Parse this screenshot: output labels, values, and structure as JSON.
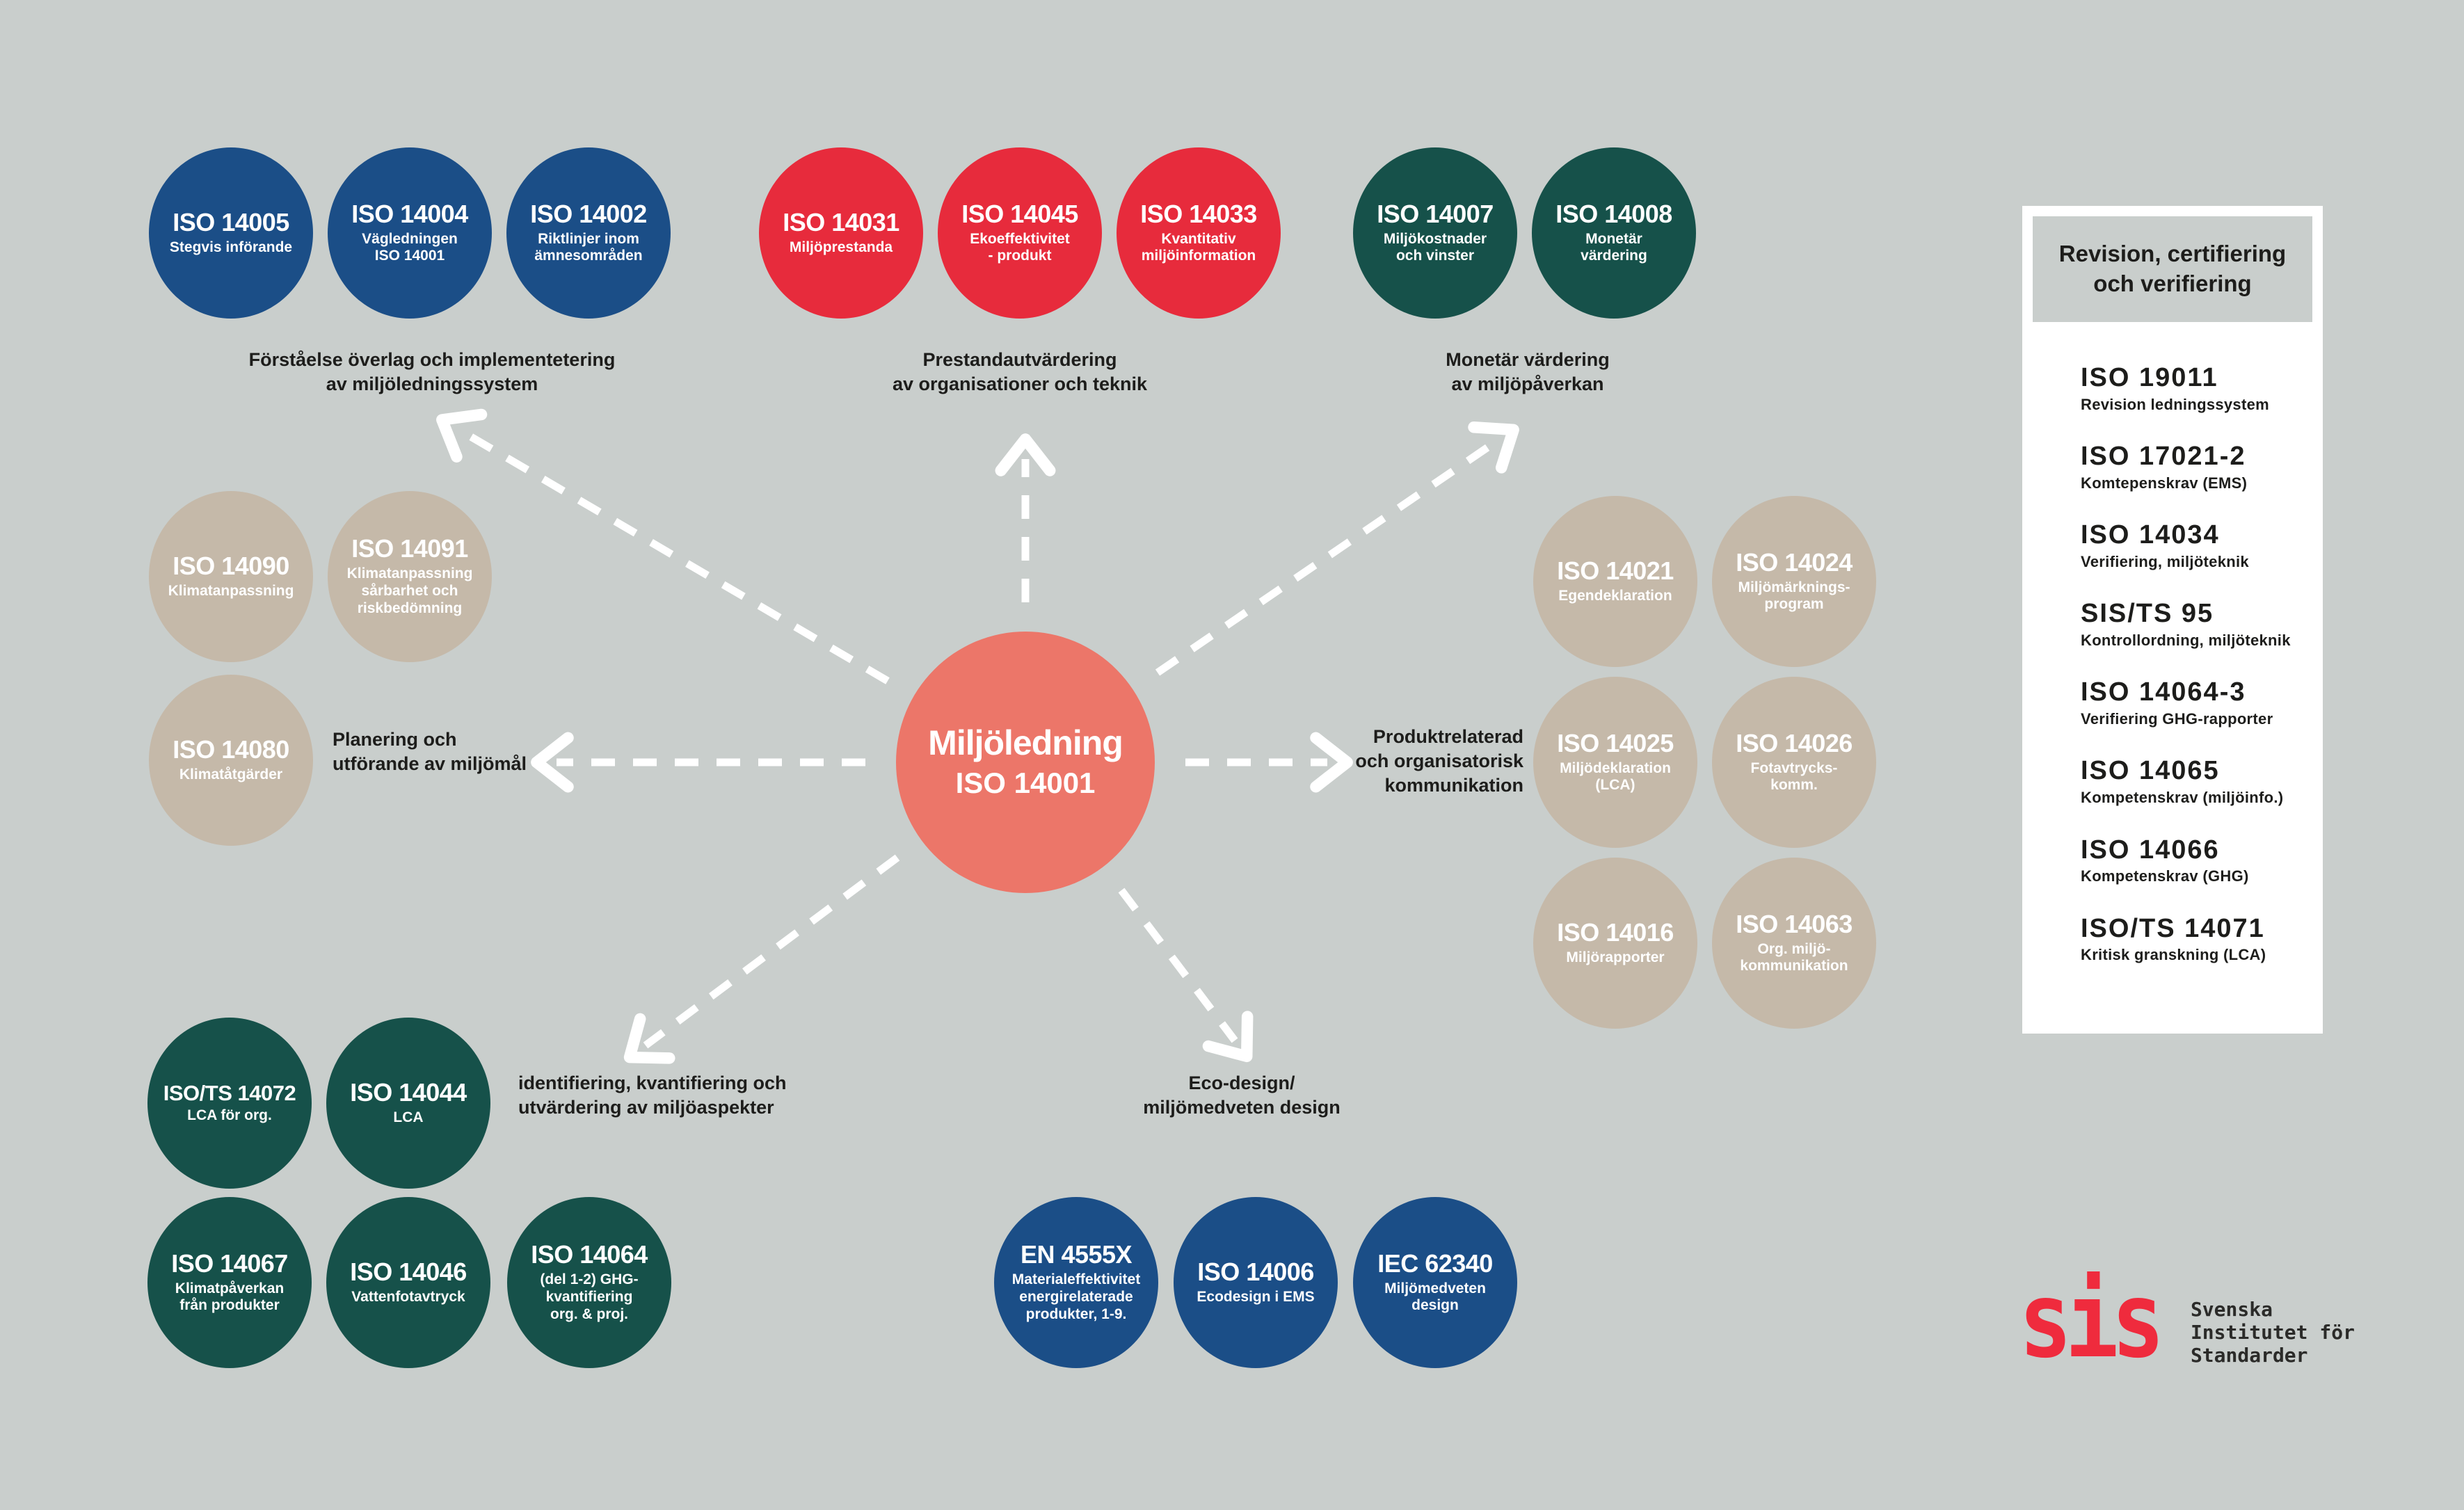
{
  "colors": {
    "background": "#c9cecc",
    "blue": "#1b4e87",
    "red": "#e72b3c",
    "green": "#16514a",
    "beige": "#c5b9a9",
    "salmon": "#ec7669",
    "panel_bg": "#ffffff",
    "text_dark": "#1d1d1b",
    "logo_red": "#ef2b3d",
    "arrow": "#ffffff"
  },
  "center": {
    "title": "Miljöledning",
    "code": "ISO 14001"
  },
  "captions": {
    "understanding": "Förståelse överlag  och implementetering\nav miljöledningssystem",
    "performance": "Prestandautvärdering\nav organisationer och teknik",
    "monetary": "Monetär värdering\nav miljöpåverkan",
    "planning": "Planering och\nutförande av miljömål",
    "communication": "Produktrelaterad\noch organisatorisk\nkommunikation",
    "aspects": "identifiering, kvantifiering och\nutvärdering av miljöaspekter",
    "ecodesign": "Eco-design/\nmiljömedveten design"
  },
  "groups": {
    "implementation": [
      {
        "code": "ISO 14005",
        "sub": "Stegvis införande"
      },
      {
        "code": "ISO 14004",
        "sub": "Vägledningen\nISO 14001"
      },
      {
        "code": "ISO 14002",
        "sub": "Riktlinjer inom\nämnesområden"
      }
    ],
    "performance": [
      {
        "code": "ISO 14031",
        "sub": "Miljöprestanda"
      },
      {
        "code": "ISO 14045",
        "sub": "Ekoeffektivitet\n- produkt"
      },
      {
        "code": "ISO 14033",
        "sub": "Kvantitativ\nmiljöinformation"
      }
    ],
    "monetary": [
      {
        "code": "ISO 14007",
        "sub": "Miljökostnader\noch vinster"
      },
      {
        "code": "ISO 14008",
        "sub": "Monetär\nvärdering"
      }
    ],
    "climate": [
      {
        "code": "ISO 14090",
        "sub": "Klimatanpassning"
      },
      {
        "code": "ISO 14091",
        "sub": "Klimatanpassning\nsårbarhet och\nriskbedömning"
      },
      {
        "code": "ISO 14080",
        "sub": "Klimatåtgärder"
      }
    ],
    "communication": [
      {
        "code": "ISO 14021",
        "sub": "Egendeklaration"
      },
      {
        "code": "ISO 14024",
        "sub": "Miljömärknings-\nprogram"
      },
      {
        "code": "ISO 14025",
        "sub": "Miljödeklaration\n(LCA)"
      },
      {
        "code": "ISO 14026",
        "sub": "Fotavtrycks-\nkomm."
      },
      {
        "code": "ISO 14016",
        "sub": "Miljörapporter"
      },
      {
        "code": "ISO 14063",
        "sub": "Org. miljö-\nkommunikation"
      }
    ],
    "aspects": [
      {
        "code": "ISO/TS 14072",
        "sub": "LCA för org."
      },
      {
        "code": "ISO 14044",
        "sub": "LCA"
      },
      {
        "code": "ISO 14067",
        "sub": "Klimatpåverkan\nfrån produkter"
      },
      {
        "code": "ISO 14046",
        "sub": "Vattenfotavtryck"
      },
      {
        "code": "ISO 14064",
        "sub": "(del 1-2) GHG-\nkvantifiering\norg. & proj."
      }
    ],
    "ecodesign": [
      {
        "code": "EN 4555X",
        "sub": "Materialeffektivitet\nenergirelaterade\nprodukter, 1-9."
      },
      {
        "code": "ISO 14006",
        "sub": "Ecodesign i EMS"
      },
      {
        "code": "IEC 62340",
        "sub": "Miljömedveten\ndesign"
      }
    ]
  },
  "panel": {
    "title": "Revision, certifiering\noch verifiering",
    "items": [
      {
        "code": "ISO 19011",
        "desc": "Revision ledningssystem"
      },
      {
        "code": "ISO 17021-2",
        "desc": "Komtepenskrav (EMS)"
      },
      {
        "code": "ISO 14034",
        "desc": "Verifiering, miljöteknik"
      },
      {
        "code": "SIS/TS 95",
        "desc": "Kontrollordning, miljöteknik"
      },
      {
        "code": "ISO 14064-3",
        "desc": "Verifiering GHG-rapporter"
      },
      {
        "code": "ISO 14065",
        "desc": "Kompetenskrav (miljöinfo.)"
      },
      {
        "code": "ISO 14066",
        "desc": "Kompetenskrav (GHG)"
      },
      {
        "code": "ISO/TS 14071",
        "desc": "Kritisk granskning (LCA)"
      }
    ]
  },
  "logo": {
    "mark": "sis",
    "name": "Svenska\nInstitutet för\nStandarder"
  }
}
